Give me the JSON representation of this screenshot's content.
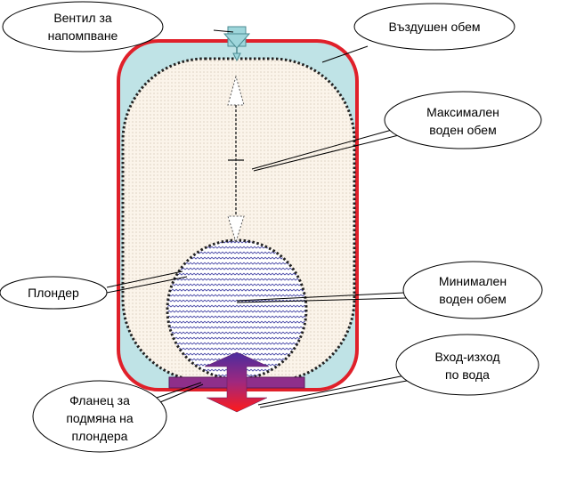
{
  "diagram": {
    "colors": {
      "tank_outline": "#e0202a",
      "air_volume": "#bfe3e6",
      "water_fill": "#fbf4ea",
      "valve": "#9ed6db",
      "flange": "#8e2f8a",
      "inlet_arrow_bottom": "#ff1a1a",
      "inlet_arrow_top": "#4a2c9e",
      "callout_fill": "#ffffff",
      "callout_stroke": "#000000"
    },
    "labels": {
      "valve": [
        "Вентил за",
        "напомпване"
      ],
      "air_volume": [
        "Въздушен обем"
      ],
      "max_water": [
        "Максимален",
        "воден обем"
      ],
      "plunger": [
        "Плондер"
      ],
      "min_water": [
        "Минимален",
        "воден обем"
      ],
      "flange": [
        "Фланец за",
        "подмяна на",
        "плондера"
      ],
      "inlet_outlet": [
        "Вход-изход",
        "по вода"
      ]
    }
  }
}
